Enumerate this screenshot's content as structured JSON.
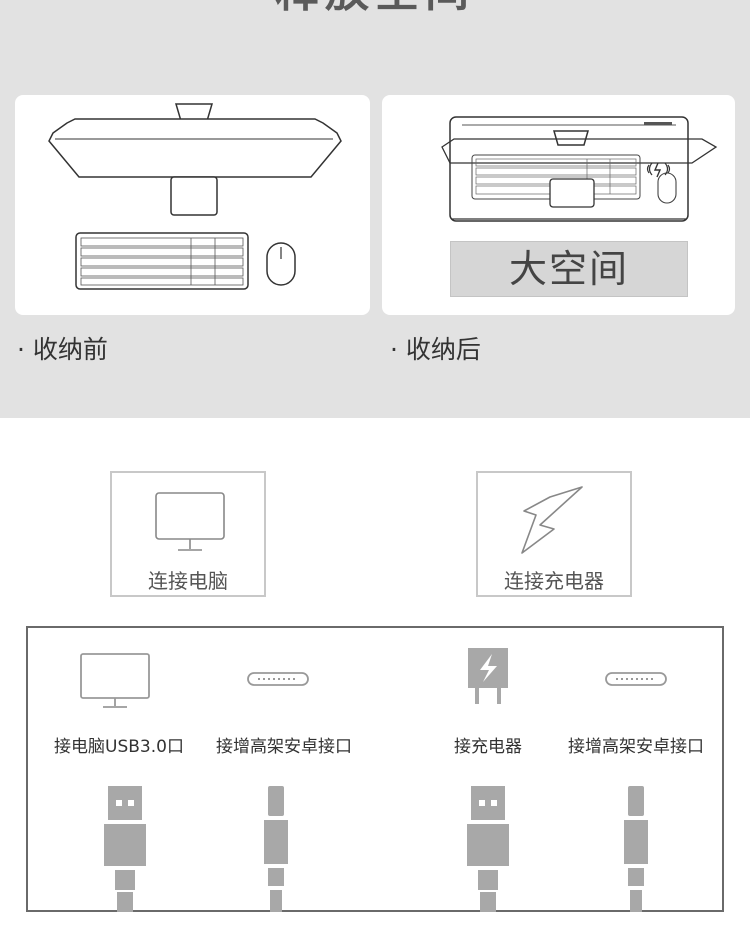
{
  "headline": "释放空间",
  "cards": [
    {
      "caption": "· 收纳前"
    },
    {
      "caption": "· 收纳后",
      "space_label": "大空间"
    }
  ],
  "functions": [
    {
      "label": "连接电脑",
      "icon": "monitor-icon"
    },
    {
      "label": "连接充电器",
      "icon": "lightning-icon"
    }
  ],
  "ports": [
    {
      "label": "接电脑USB3.0口",
      "icon": "monitor-icon",
      "plug": "usb-a-plug-icon"
    },
    {
      "label": "接增高架安卓接口",
      "icon": "usb-c-port-icon",
      "plug": "usb-c-plug-icon"
    },
    {
      "label": "接充电器",
      "icon": "charger-icon",
      "plug": "usb-a-plug-icon"
    },
    {
      "label": "接增高架安卓接口",
      "icon": "usb-c-port-icon",
      "plug": "usb-c-plug-icon"
    }
  ],
  "colors": {
    "top_background": "#e2e2e2",
    "card_background": "#ffffff",
    "plug_gray": "#a8a8a8",
    "panel_border": "#6a6a6a"
  }
}
